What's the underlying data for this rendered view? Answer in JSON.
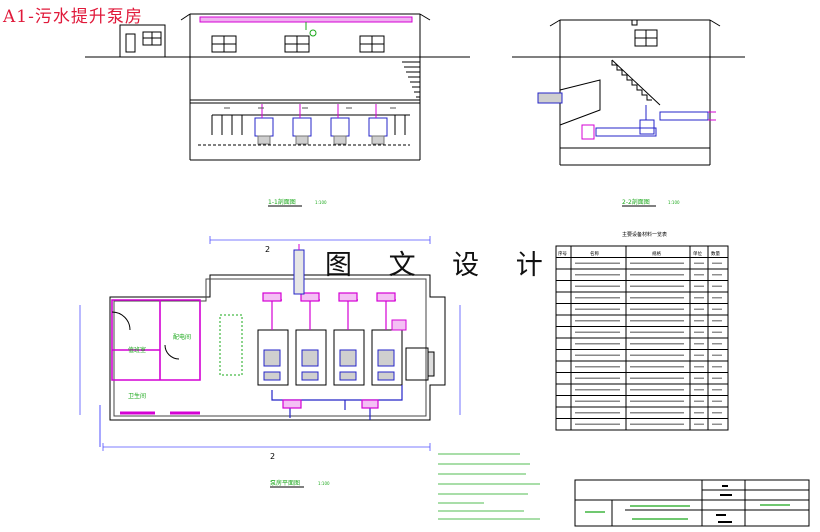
{
  "drawing": {
    "title": "A1-污水提升泵房",
    "watermark": "图 文 设 计"
  },
  "legend_table": {
    "headers": [
      "序号",
      "名称",
      "规格",
      "单位",
      "数量"
    ],
    "row_count": 15
  },
  "colors": {
    "title_red": "#e0193a",
    "pipe_magenta": "#d400d4",
    "frame_blue": "#2424c8",
    "note_green": "#1aa81a",
    "line_black": "#000000",
    "dim_blue": "#5050ff"
  }
}
